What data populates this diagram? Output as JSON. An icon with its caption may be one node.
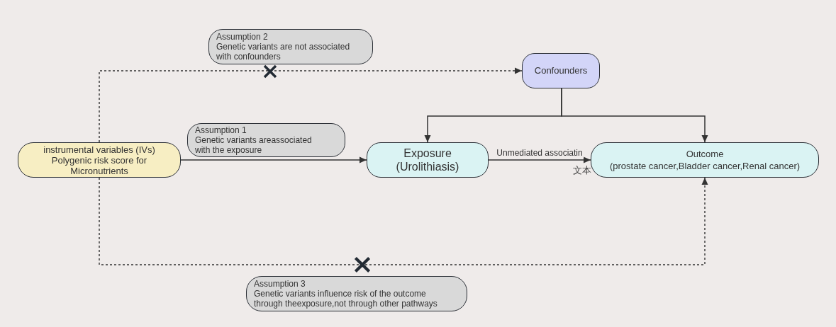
{
  "diagram": {
    "nodes": [
      {
        "text": [
          "Assumption 2",
          "Genetic variants are not associated with confounders"
        ]
      },
      {
        "text": [
          "Confounders"
        ]
      },
      {
        "text": [
          "Assumption 1",
          "Genetic variants areassociated with the exposure"
        ]
      },
      {
        "text": [
          "instrumental variables (IVs) Polygenic risk score for Micronutrients"
        ]
      },
      {
        "text": [
          "Exposure",
          "(Urolithiasis)"
        ]
      },
      {
        "text": [
          "Outcome",
          "(prostate cancer,Bladder cancer,Renal cancer)"
        ]
      },
      {
        "text": [
          "Assumption 3",
          "Genetic variants influence risk of the outcome through theexposure,not through other pathways"
        ]
      }
    ],
    "edges": [
      {
        "from": 3,
        "to": 1,
        "arrow": "to",
        "style": "dashed"
      },
      {
        "from": 3,
        "to": 4,
        "arrow": "to"
      },
      {
        "from": 1,
        "to": 4,
        "arrow": "to"
      },
      {
        "from": 1,
        "to": 5,
        "arrow": "to"
      },
      {
        "from": 4,
        "to": 5,
        "arrow": "to",
        "label": "Unmediated associatin"
      },
      {
        "from": 3,
        "to": 5,
        "arrow": "to",
        "style": "dashed"
      }
    ],
    "labels": [
      "文本"
    ]
  }
}
